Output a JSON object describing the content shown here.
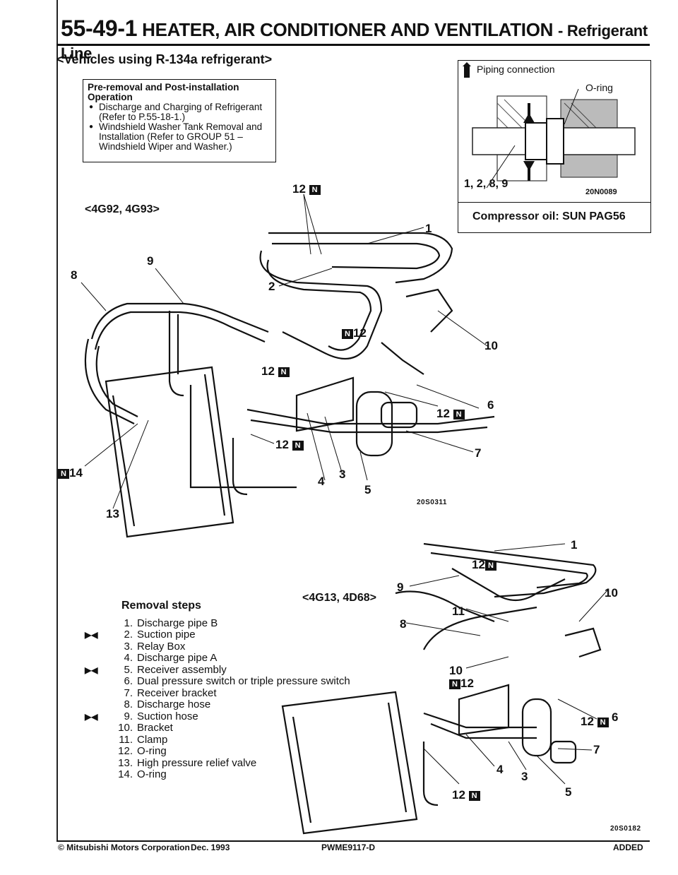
{
  "header": {
    "code": "55-49-1",
    "title": "HEATER, AIR CONDITIONER AND VENTILATION",
    "subtitle": "- Refrigerant Line"
  },
  "vehicles": "<Vehicles using R-134a refrigerant>",
  "pre_box": {
    "title": "Pre-removal and Post-installation Operation",
    "items": [
      "Discharge and Charging of Refrigerant (Refer to P.55-18-1.)",
      "Windshield Washer Tank Removal and Installation (Refer to GROUP 51 – Windshield Wiper and Washer.)"
    ]
  },
  "piping": {
    "title": "Piping connection",
    "oring": "O-ring",
    "parts": "1, 2, 8, 9",
    "code": "20N0089",
    "oil": "Compressor oil: SUN PAG56"
  },
  "diagram1": {
    "engine": "<4G92, 4G93>",
    "code": "20S0311",
    "callouts": [
      "12",
      "1",
      "9",
      "8",
      "2",
      "12",
      "10",
      "12",
      "6",
      "12",
      "12",
      "7",
      "14",
      "4",
      "3",
      "5",
      "13"
    ],
    "new_mark": "N"
  },
  "diagram2": {
    "engine": "<4G13, 4D68>",
    "code": "20S0182",
    "callouts": [
      "1",
      "12",
      "9",
      "10",
      "11",
      "8",
      "10",
      "12",
      "6",
      "12",
      "7",
      "4",
      "3",
      "12",
      "5"
    ]
  },
  "removal": {
    "heading": "Removal steps",
    "steps": [
      {
        "mark": "",
        "n": "1.",
        "text": "Discharge pipe B"
      },
      {
        "mark": "▶◀",
        "n": "2.",
        "text": "Suction pipe"
      },
      {
        "mark": "",
        "n": "3.",
        "text": "Relay Box"
      },
      {
        "mark": "",
        "n": "4.",
        "text": "Discharge pipe A"
      },
      {
        "mark": "▶◀",
        "n": "5.",
        "text": "Receiver assembly"
      },
      {
        "mark": "",
        "n": "6.",
        "text": "Dual pressure switch or triple pressure switch"
      },
      {
        "mark": "",
        "n": "7.",
        "text": "Receiver bracket"
      },
      {
        "mark": "",
        "n": "8.",
        "text": "Discharge hose"
      },
      {
        "mark": "▶◀",
        "n": "9.",
        "text": "Suction hose"
      },
      {
        "mark": "",
        "n": "10.",
        "text": "Bracket"
      },
      {
        "mark": "",
        "n": "11.",
        "text": "Clamp"
      },
      {
        "mark": "",
        "n": "12.",
        "text": "O-ring"
      },
      {
        "mark": "",
        "n": "13.",
        "text": "High pressure relief valve"
      },
      {
        "mark": "",
        "n": "14.",
        "text": "O-ring"
      }
    ]
  },
  "footer": {
    "copyright": "© Mitsubishi Motors Corporation",
    "date": "Dec. 1993",
    "doc": "PWME9117-D",
    "status": "ADDED"
  }
}
